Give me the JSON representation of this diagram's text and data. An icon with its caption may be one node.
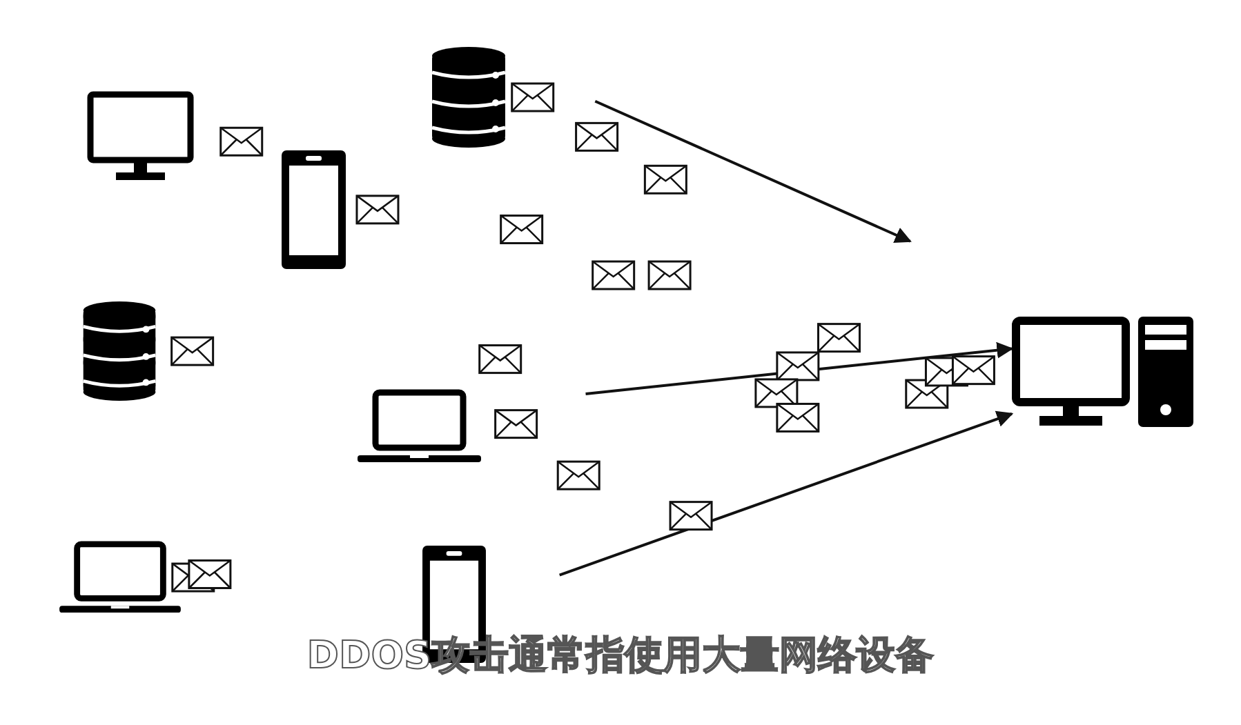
{
  "diagram": {
    "caption": "DDOS攻击通常指使用大量网络设备",
    "nodes": [
      {
        "text": [],
        "shape": "monitor"
      },
      {
        "text": [],
        "shape": "cylinder"
      },
      {
        "text": [],
        "shape": "phone"
      },
      {
        "text": [],
        "shape": "cylinder"
      },
      {
        "text": [],
        "shape": "laptop"
      },
      {
        "text": [],
        "shape": "computer"
      },
      {
        "text": [],
        "shape": "laptop"
      },
      {
        "text": [],
        "shape": "phone"
      }
    ],
    "edges": [
      {
        "from": null,
        "to": 5,
        "arrow": "to"
      },
      {
        "from": null,
        "to": 5,
        "arrow": "to"
      }
    ]
  }
}
